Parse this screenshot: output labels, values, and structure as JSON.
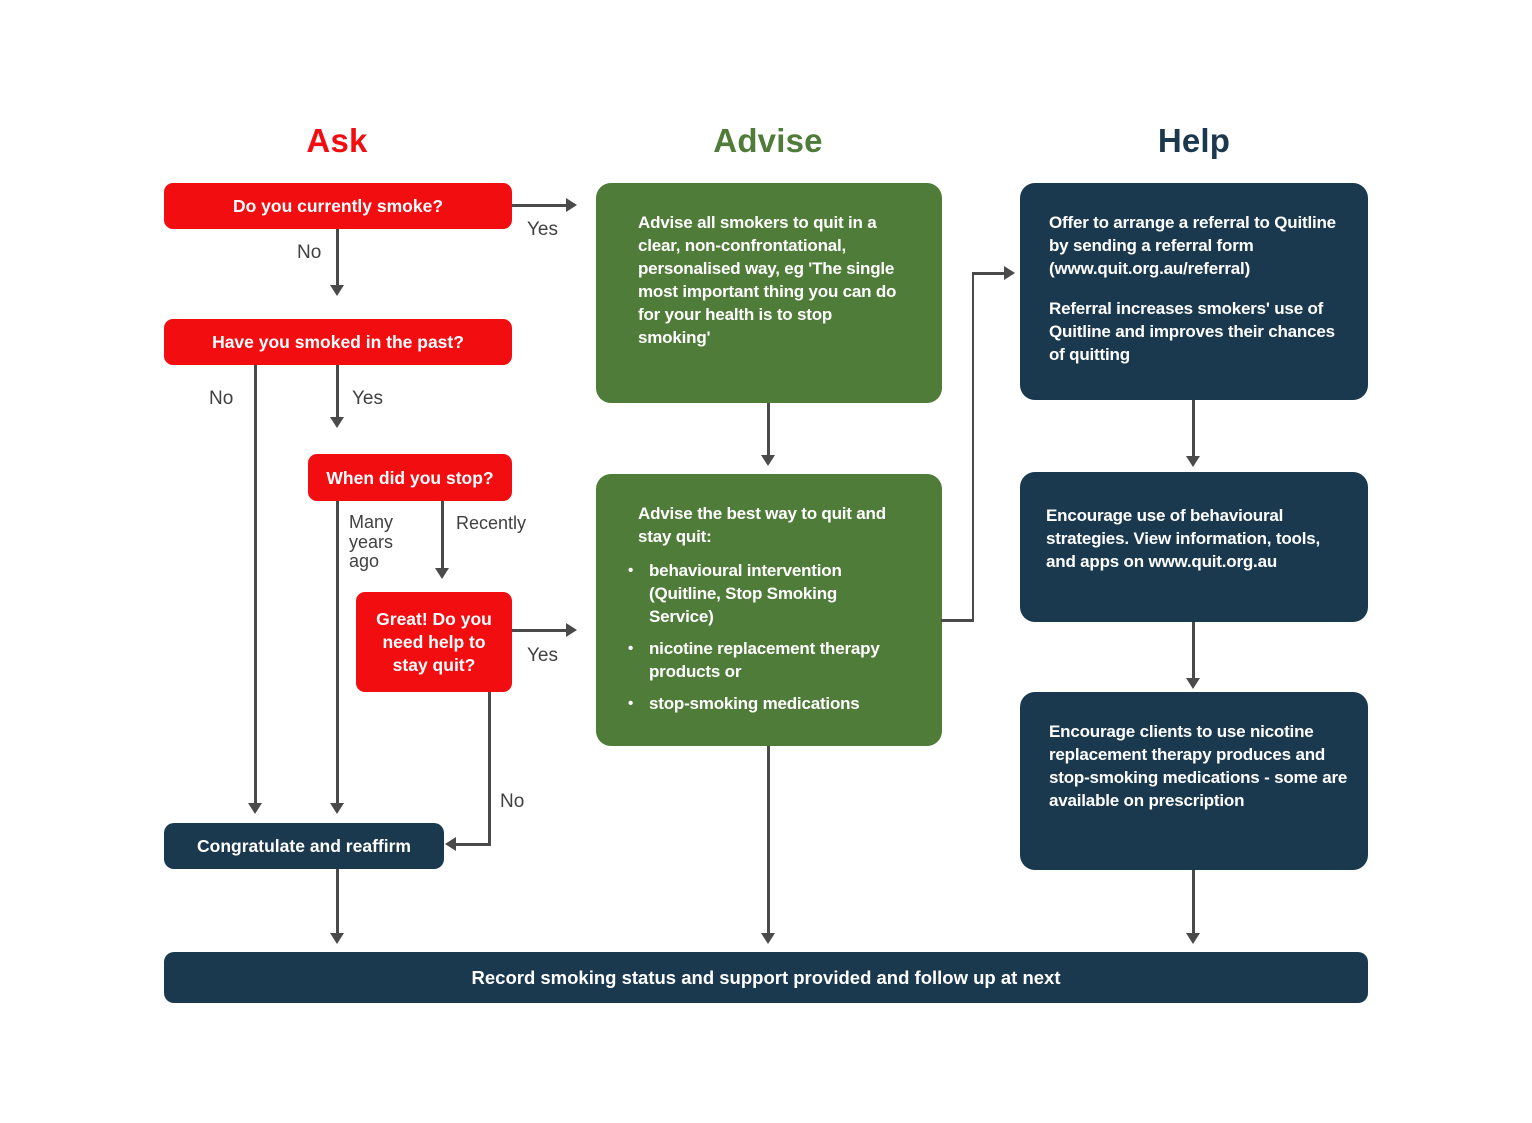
{
  "headers": {
    "ask": "Ask",
    "advise": "Advise",
    "help": "Help"
  },
  "ask": {
    "q_current": "Do you currently smoke?",
    "q_past": "Have you smoked in the past?",
    "q_when_stop": "When did you stop?",
    "q_need_help": "Great! Do you need help to stay quit?",
    "congratulate": "Congratulate and reaffirm"
  },
  "labels": {
    "yes": "Yes",
    "no": "No",
    "many_years_ago": "Many years ago",
    "recently": "Recently"
  },
  "advise": {
    "box1": "Advise all smokers to quit in a clear, non-confrontational, personalised way, eg 'The single most important thing you can do for your health is to stop smoking'",
    "box2_intro": "Advise the best way to quit and stay quit:",
    "box2_bullets": [
      "behavioural intervention (Quitline, Stop Smoking Service)",
      "nicotine replacement therapy products or",
      "stop-smoking medications"
    ]
  },
  "help": {
    "box1_p1": "Offer to arrange a referral to Quitline by sending a referral form (www.quit.org.au/referral)",
    "box1_p2": "Referral increases smokers' use of Quitline and improves their chances of quitting",
    "box2": "Encourage use of behavioural strategies. View information, tools, and apps on www.quit.org.au",
    "box3": "Encourage clients to use nicotine replacement therapy produces and stop-smoking medications - some are available on prescription"
  },
  "footer": {
    "text": "Record smoking status and support provided and follow up at next"
  },
  "colors": {
    "red": "#f20d10",
    "green": "#4f7c38",
    "navy": "#1a394f",
    "line": "#4a4a4a"
  }
}
